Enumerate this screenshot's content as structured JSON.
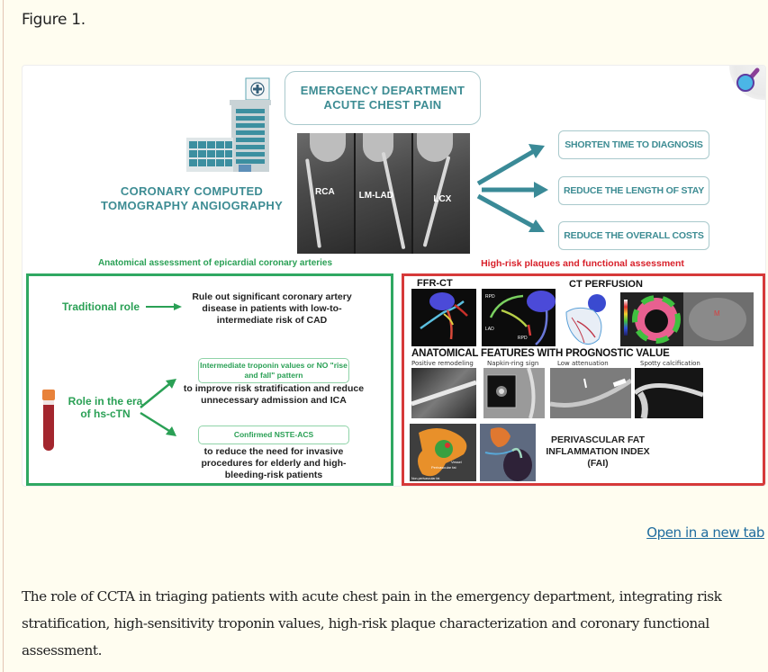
{
  "figure_label": "Figure 1.",
  "zoom_button": {
    "icon": "magnifier-icon"
  },
  "diagram": {
    "left_title": "CORONARY COMPUTED TOMOGRAPHY ANGIOGRAPHY",
    "ed_box": {
      "line1": "EMERGENCY DEPARTMENT",
      "line2": "ACUTE CHEST PAIN"
    },
    "ct_labels": [
      "RCA",
      "LM-LAD",
      "LCX"
    ],
    "outcomes": [
      "SHORTEN TIME TO DIAGNOSIS",
      "REDUCE THE LENGTH OF STAY",
      "REDUCE THE OVERALL COSTS"
    ],
    "green_section": {
      "heading": "Anatomical assessment of epicardial coronary arteries",
      "traditional_role": "Traditional role",
      "traditional_text": "Rule out significant coronary artery disease in patients with low-to-intermediate risk of CAD",
      "hs_role": "Role in the era of hs-cTN",
      "condition1": "Intermediate troponin values or NO \"rise and fall\" pattern",
      "condition1_text": "to improve risk stratification and reduce unnecessary admission and ICA",
      "condition2": "Confirmed NSTE-ACS",
      "condition2_text": "to reduce the need for invasive procedures for elderly and high-bleeding-risk patients"
    },
    "red_section": {
      "heading": "High-risk plaques and functional assessment",
      "ffr_title": "FFR-CT",
      "ffr_labels": [
        "RPD",
        "LAD",
        "RPD"
      ],
      "ctp_title": "CT PERFUSION",
      "anat_title": "ANATOMICAL FEATURES WITH PROGNOSTIC VALUE",
      "anat_features": [
        "Positive remodeling",
        "Napkin-ring sign",
        "Low attenuation",
        "Spotty calcification"
      ],
      "fai_title": "PERIVASCULAR FAT INFLAMMATION INDEX (FAI)",
      "fai_labels": [
        "Vessel",
        "Perivascular fat",
        "Non-perivascular fat"
      ]
    },
    "colors": {
      "teal": "#3d8c93",
      "green": "#2fa862",
      "red": "#d63a3a"
    }
  },
  "open_link": "Open in a new tab",
  "caption": "The role of CCTA in triaging patients with acute chest pain in the emergency department, integrating risk stratification, high-sensitivity troponin values, high-risk plaque characterization and coronary functional assessment."
}
